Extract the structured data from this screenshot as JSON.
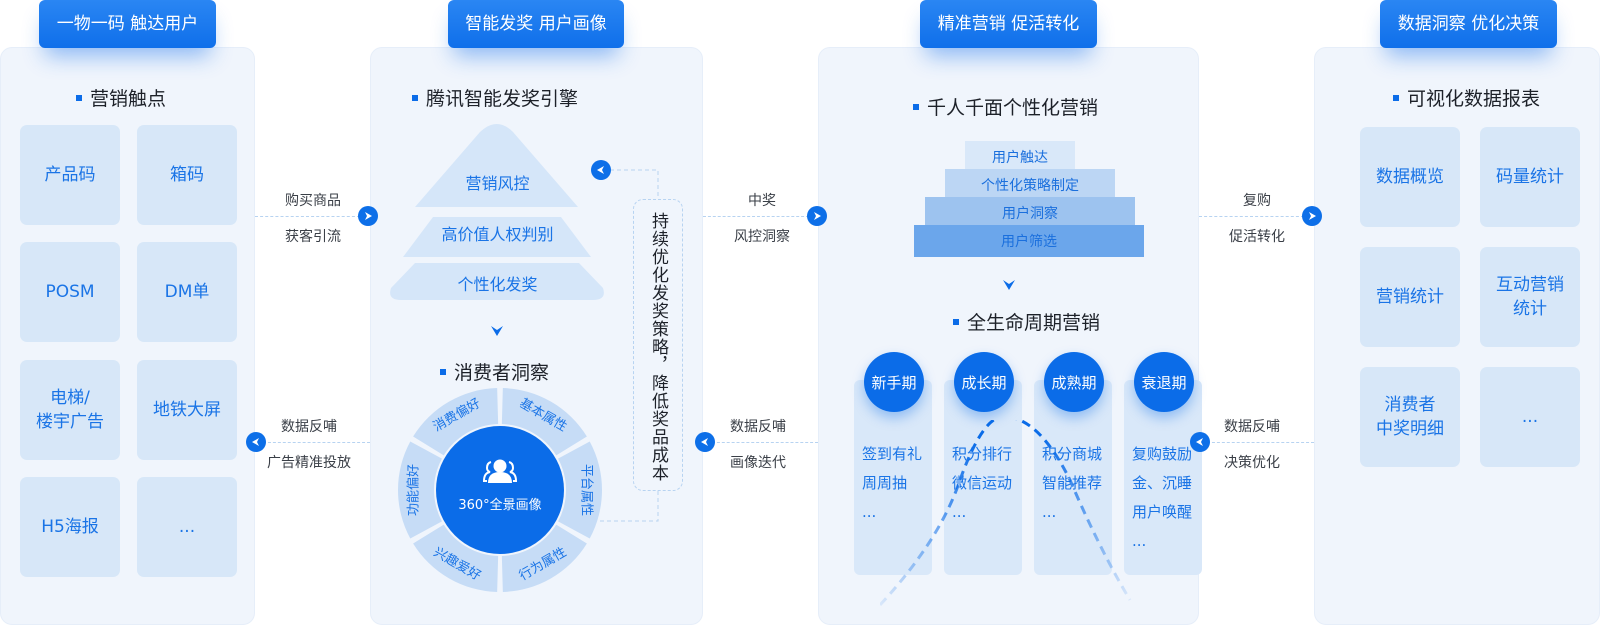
{
  "columns": [
    {
      "tab": "一物一码 触达用户",
      "section_title": "营销触点",
      "tiles": [
        "产品码",
        "箱码",
        "POSM",
        "DM单",
        "电梯/\n楼宇广告",
        "地铁大屏",
        "H5海报",
        "..."
      ]
    },
    {
      "tab": "智能发奖 用户画像",
      "section_title": "腾讯智能发奖引擎",
      "pyramid": [
        "营销风控",
        "高价值人权判别",
        "个性化发奖"
      ],
      "loop_text": "持续优化发奖策略，降低奖品成本",
      "insight_title": "消费者洞察",
      "wheel": {
        "center_label": "360°全景画像",
        "center_icon": "users-icon",
        "segments": [
          "基本属性",
          "平台属性",
          "行为属性",
          "兴趣爱好",
          "功能偏好",
          "消费偏好"
        ]
      }
    },
    {
      "tab": "精准营销 促活转化",
      "section_title": "千人千面个性化营销",
      "steps": [
        "用户触达",
        "个性化策略制定",
        "用户洞察",
        "用户筛选"
      ],
      "lifecycle_title": "全生命周期营销",
      "stages": [
        {
          "name": "新手期",
          "items": [
            "签到有礼",
            "周周抽",
            "..."
          ]
        },
        {
          "name": "成长期",
          "items": [
            "积分排行",
            "微信运动",
            "..."
          ]
        },
        {
          "name": "成熟期",
          "items": [
            "积分商城",
            "智能推荐",
            "..."
          ]
        },
        {
          "name": "衰退期",
          "items": [
            "复购鼓励",
            "金、沉睡",
            "用户唤醒",
            "..."
          ]
        }
      ]
    },
    {
      "tab": "数据洞察 优化决策",
      "section_title": "可视化数据报表",
      "tiles": [
        "数据概览",
        "码量统计",
        "营销统计",
        "互动营销\n统计",
        "消费者\n中奖明细",
        "..."
      ]
    }
  ],
  "connectors": [
    {
      "top": "购买商品",
      "bottom": "获客引流",
      "direction": "right"
    },
    {
      "top": "数据反哺",
      "bottom": "广告精准投放",
      "direction": "left"
    },
    {
      "top": "中奖",
      "bottom": "风控洞察",
      "direction": "right"
    },
    {
      "top": "数据反哺",
      "bottom": "画像迭代",
      "direction": "left"
    },
    {
      "top": "复购",
      "bottom": "促活转化",
      "direction": "right"
    },
    {
      "top": "数据反哺",
      "bottom": "决策优化",
      "direction": "left"
    }
  ],
  "colors": {
    "primary": "#0b6ce8",
    "panel_bg": "#f0f5fc",
    "tile_bg": "#d7e7f8",
    "tile_text": "#1a74e6"
  }
}
